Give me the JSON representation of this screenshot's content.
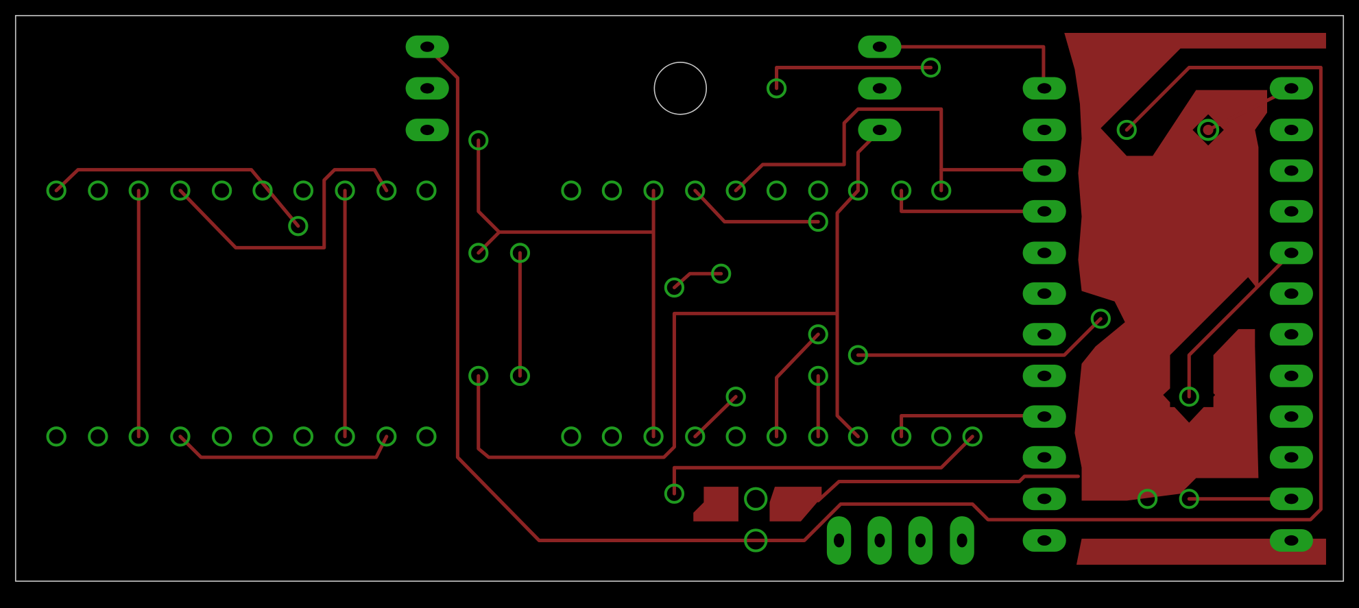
{
  "board": {
    "background": "#000000",
    "outline_color": "#c8c8c8",
    "copper_color": "#8b2323",
    "pad_color": "#1f9a1f",
    "layers": [
      "top-copper",
      "pads",
      "board-outline",
      "mounting-hole"
    ]
  }
}
